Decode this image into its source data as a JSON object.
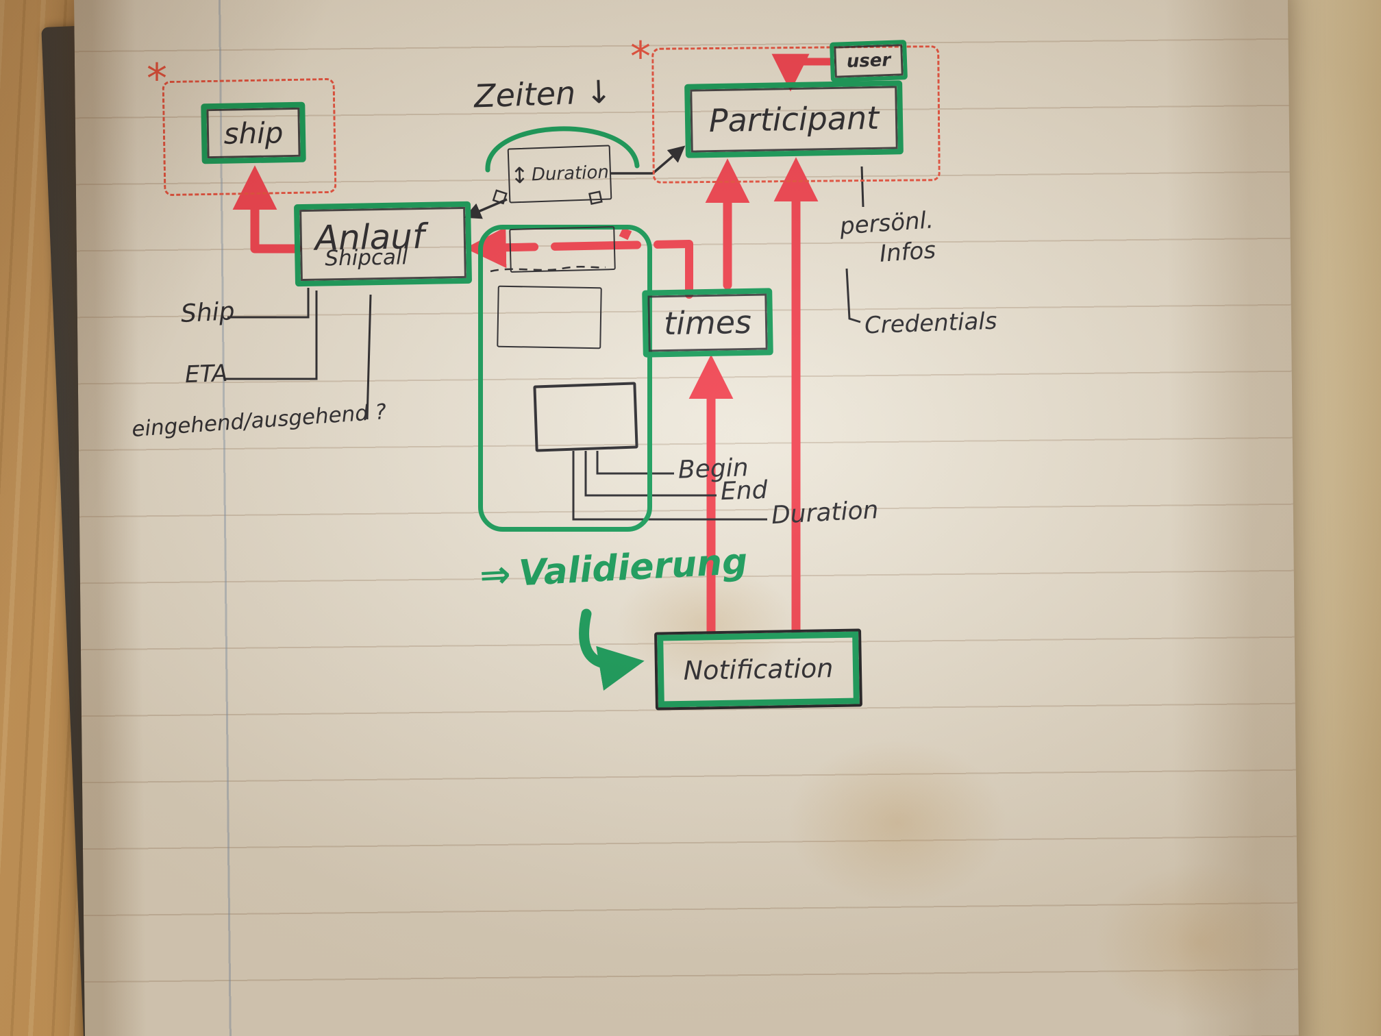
{
  "boxes": {
    "ship": {
      "label": "ship"
    },
    "participant": {
      "label": "Participant"
    },
    "user": {
      "label": "user"
    },
    "anlauf": {
      "title": "Anlauf",
      "subtitle": "Shipcall"
    },
    "duration": {
      "arrow_icon": "↕",
      "label": "Duration"
    },
    "times": {
      "label": "times"
    },
    "notification": {
      "label": "Notification"
    }
  },
  "annotations": {
    "zeiten": "Zeiten ↓",
    "asterisk_left": "*",
    "asterisk_right": "*",
    "ship_attr": "Ship",
    "eta": "ETA",
    "ein_aus": "eingehend/ausgehend ?",
    "begin": "Begin",
    "end": "End",
    "duration_attr": "Duration",
    "persoenl_line1": "persönl.",
    "persoenl_line2": "Infos",
    "credentials": "Credentials",
    "validierung_arrow": "⇒",
    "validierung_word": "Validierung"
  },
  "colors": {
    "marker_green": "#129b58",
    "marker_red": "#f2404e",
    "frame_red": "#e8503e",
    "ink": "#26262b",
    "paper": "#e9e2d2",
    "wood": "#c2924f"
  }
}
